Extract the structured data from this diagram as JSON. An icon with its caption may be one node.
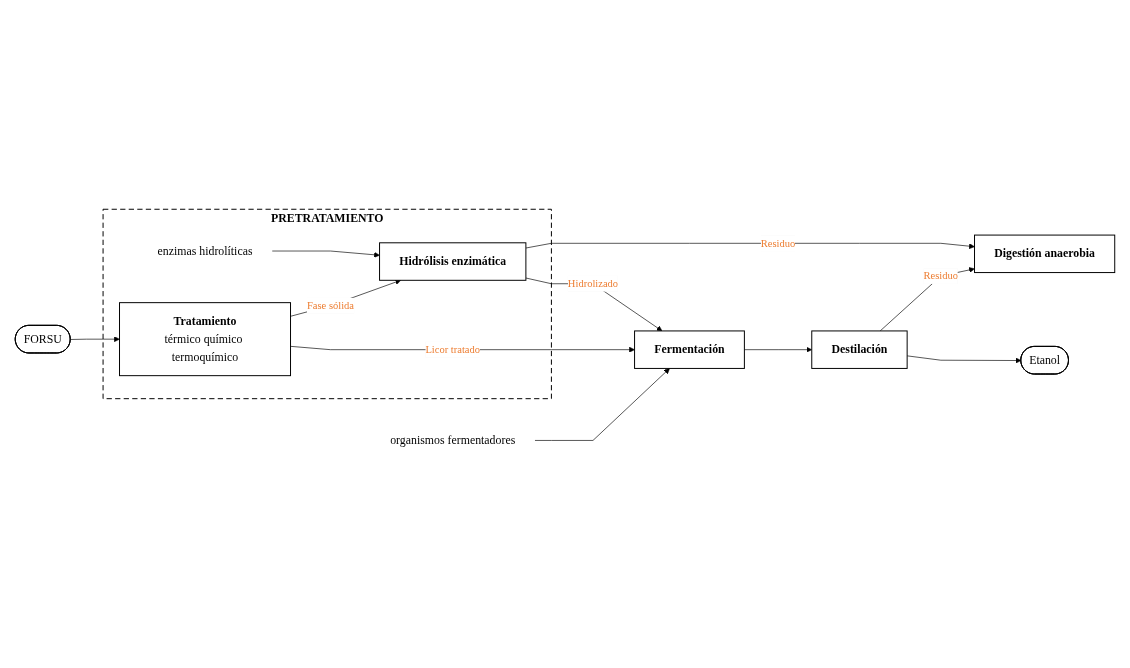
{
  "diagram": {
    "nodes": [
      {
        "text": [
          "PRETRATAMIENTO"
        ]
      },
      {
        "text": [
          "enzimas hidrolíticas"
        ],
        "in": 0
      },
      {
        "text": [
          "FORSU"
        ]
      },
      {
        "text": [
          "Tratamiento",
          "térmico químico termoquímico"
        ],
        "in": 0
      },
      {
        "text": [
          "Hidrólisis enzimática"
        ],
        "in": 0
      },
      {
        "text": [
          "Fermentación"
        ]
      },
      {
        "text": [
          "Destilación"
        ]
      },
      {
        "text": [
          "Digestión anaerobia"
        ]
      },
      {
        "text": [
          "organismos fermentadores"
        ]
      },
      {
        "text": [
          "Etanol"
        ]
      }
    ],
    "edges": [
      {
        "from": 2,
        "to": 3,
        "arrow": "to"
      },
      {
        "from": 3,
        "to": 4,
        "arrow": "to",
        "label": "Fase sólida"
      },
      {
        "from": 1,
        "to": 4,
        "arrow": "to"
      },
      {
        "from": 4,
        "to": 7,
        "arrow": "to",
        "label": "Residuo"
      },
      {
        "from": 3,
        "to": 5,
        "arrow": "to",
        "label": "Licor tratado"
      },
      {
        "from": 4,
        "to": 5,
        "arrow": "to",
        "label": "Hidrolizado"
      },
      {
        "from": 5,
        "to": 6,
        "arrow": "to"
      },
      {
        "from": 6,
        "to": 7,
        "arrow": "to",
        "label": "Residuo"
      },
      {
        "from": 8,
        "to": 5,
        "arrow": "to"
      },
      {
        "from": 6,
        "to": 9,
        "arrow": "to"
      }
    ]
  }
}
